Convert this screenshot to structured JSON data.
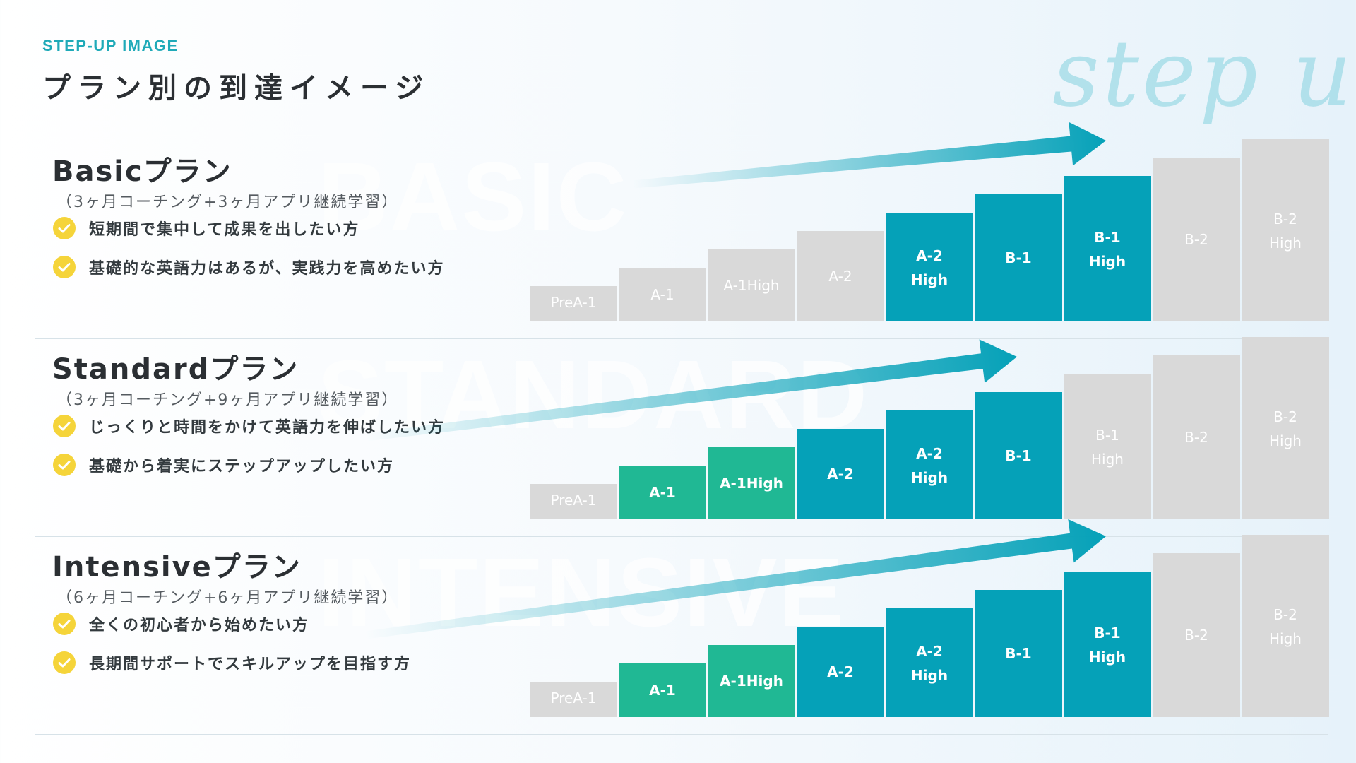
{
  "header": {
    "eyebrow": "STEP-UP IMAGE",
    "title": "プラン別の到達イメージ",
    "decoration": "step up"
  },
  "colors": {
    "accent": "#1faab8",
    "teal": "#05a1b8",
    "green": "#20b894",
    "gray": "#d9d9d9",
    "check": "#f5d43a"
  },
  "levels": [
    "PreA-1",
    "A-1",
    "A-1High",
    "A-2",
    "A-2 High",
    "B-1",
    "B-1 High",
    "B-2",
    "B-2 High"
  ],
  "plans": [
    {
      "name": "Basicプラン",
      "watermark": "BASIC",
      "subtitle": "（3ヶ月コーチング+3ヶ月アプリ継続学習）",
      "bullets": [
        "短期間で集中して成果を出したい方",
        "基礎的な英語力はあるが、実践力を高めたい方"
      ],
      "check_icon": "check-circle-icon",
      "steps": [
        "gray",
        "gray",
        "gray",
        "gray",
        "teal",
        "teal",
        "teal",
        "gray",
        "gray"
      ]
    },
    {
      "name": "Standardプラン",
      "watermark": "STANDARD",
      "subtitle": "（3ヶ月コーチング+9ヶ月アプリ継続学習）",
      "bullets": [
        "じっくりと時間をかけて英語力を伸ばしたい方",
        "基礎から着実にステップアップしたい方"
      ],
      "check_icon": "check-circle-icon",
      "steps": [
        "gray",
        "green",
        "green",
        "teal",
        "teal",
        "teal",
        "gray",
        "gray",
        "gray"
      ]
    },
    {
      "name": "Intensiveプラン",
      "watermark": "INTENSIVE",
      "subtitle": "（6ヶ月コーチング+6ヶ月アプリ継続学習）",
      "bullets": [
        "全くの初心者から始めたい方",
        "長期間サポートでスキルアップを目指す方"
      ],
      "check_icon": "check-circle-icon",
      "steps": [
        "gray",
        "green",
        "green",
        "teal",
        "teal",
        "teal",
        "teal",
        "gray",
        "gray"
      ]
    }
  ]
}
